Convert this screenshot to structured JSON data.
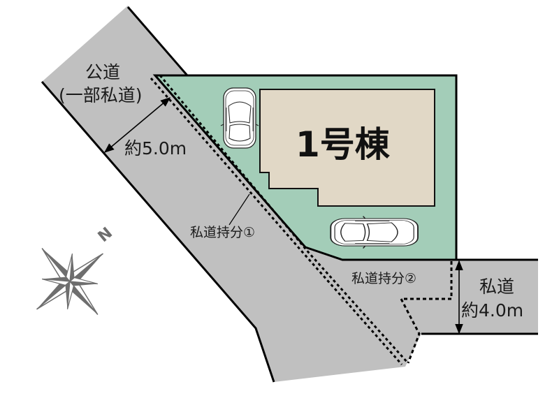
{
  "plan": {
    "building_label": "1号棟",
    "public_road": {
      "line1": "公道",
      "line2": "(一部私道)",
      "width": "約5.0m"
    },
    "private_road": {
      "line1": "私道",
      "width": "約4.0m"
    },
    "private_share_1": "私道持分①",
    "private_share_2": "私道持分②",
    "compass": {
      "icon": "compass-rose-icon",
      "north_label": "N"
    },
    "cars": [
      {
        "orientation": "vertical",
        "icon": "car-icon"
      },
      {
        "orientation": "horizontal",
        "icon": "car-icon"
      }
    ]
  },
  "colors": {
    "road": "#c0c0c0",
    "lot": "#a3cdb8",
    "building": "#e1d8c6",
    "outline": "#000000",
    "compass": "#6e6e6e"
  }
}
